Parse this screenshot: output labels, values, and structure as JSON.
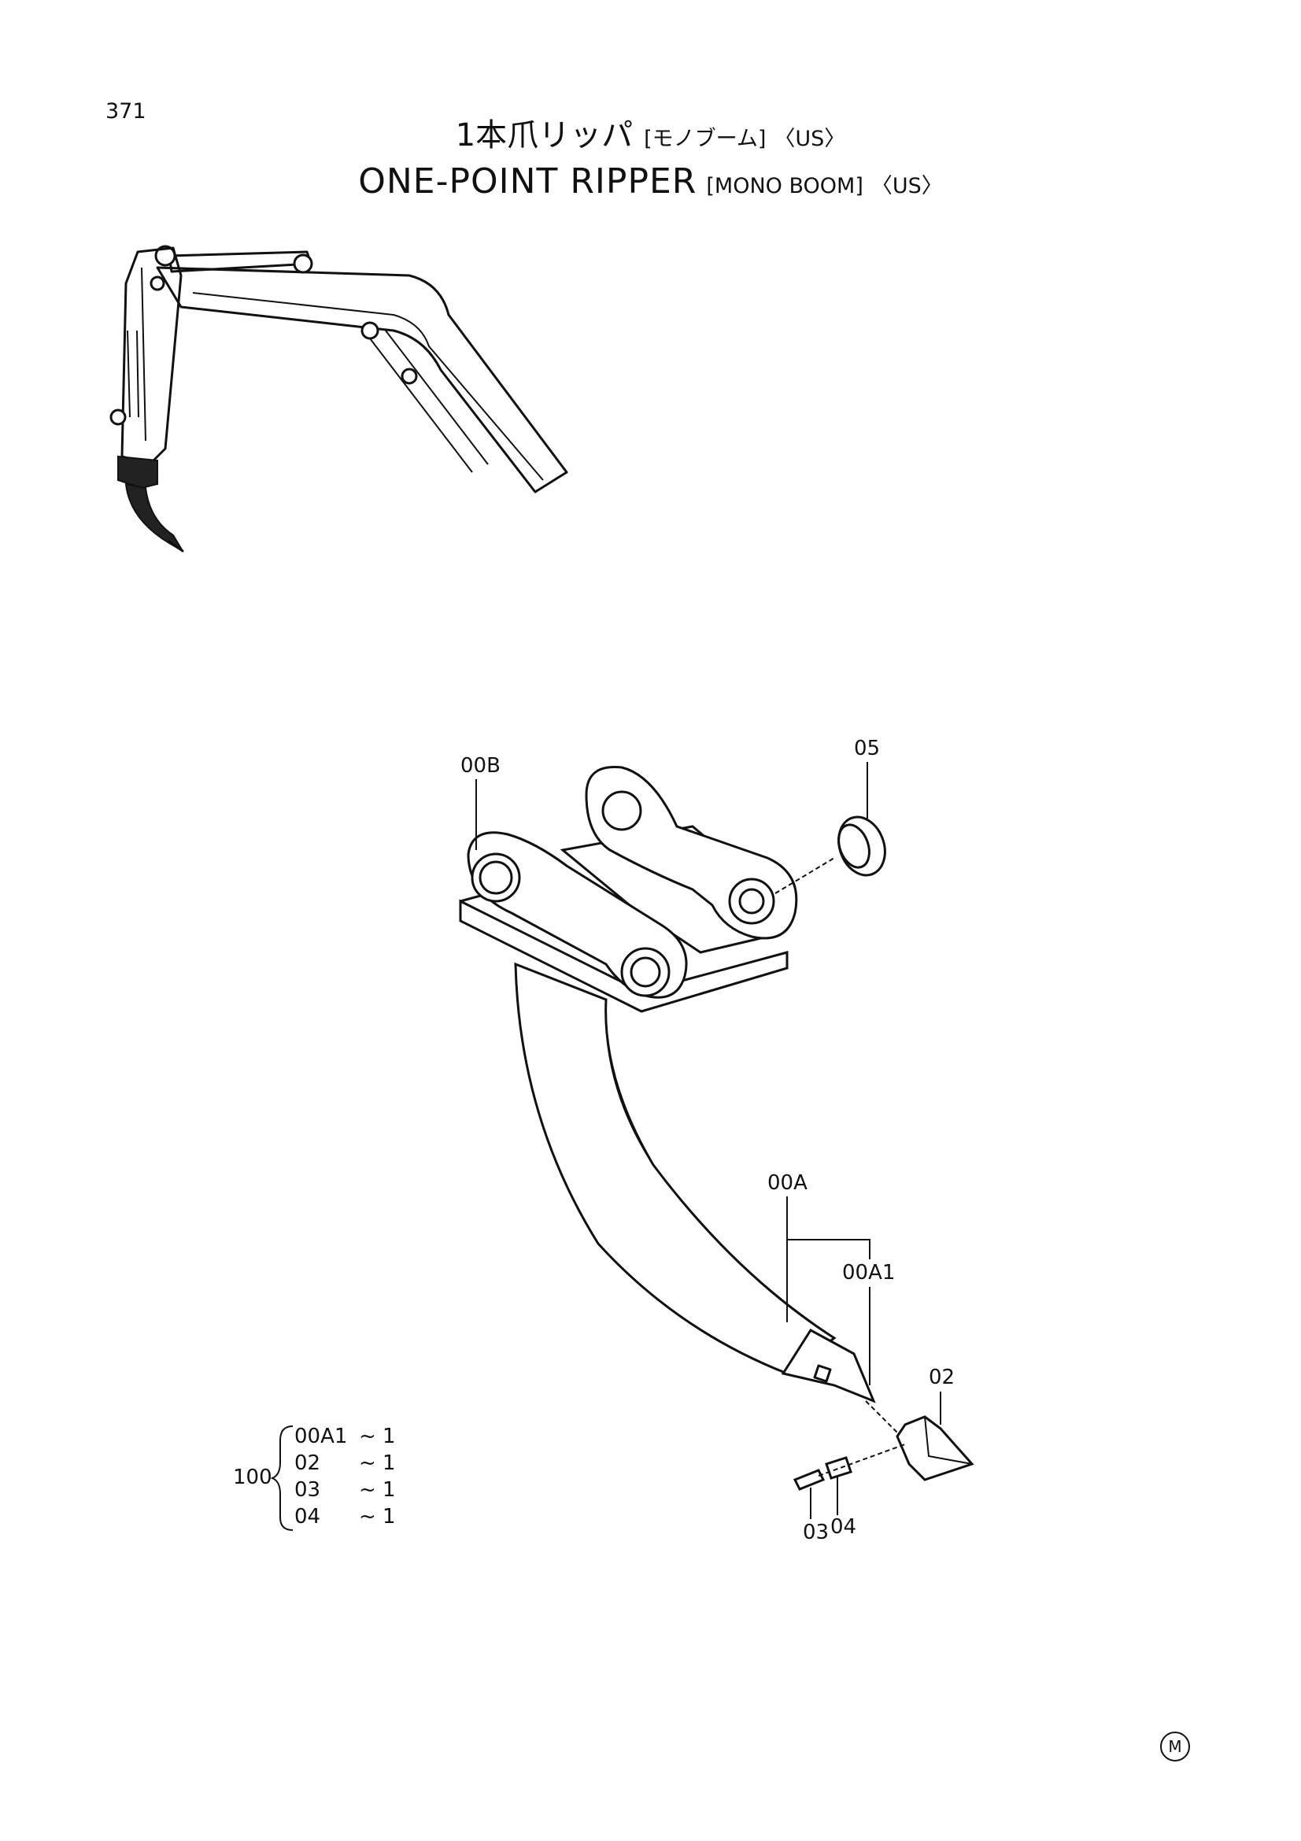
{
  "page_number": "371",
  "title_ja": {
    "main": "1本爪リッパ",
    "sub": "[モノブーム]",
    "region": "〈US〉"
  },
  "title_en": {
    "main": "ONE-POINT RIPPER",
    "sub": "[MONO BOOM]",
    "region": "〈US〉"
  },
  "callouts": {
    "c00B": "00B",
    "c05": "05",
    "c00A": "00A",
    "c00A1": "00A1",
    "c02": "02",
    "c03": "03",
    "c04": "04"
  },
  "kit": {
    "number": "100",
    "parts": [
      {
        "part": "00A1",
        "qty": "~ 1"
      },
      {
        "part": "02",
        "qty": "~ 1"
      },
      {
        "part": "03",
        "qty": "~ 1"
      },
      {
        "part": "04",
        "qty": "~ 1"
      }
    ]
  },
  "mark": "M"
}
